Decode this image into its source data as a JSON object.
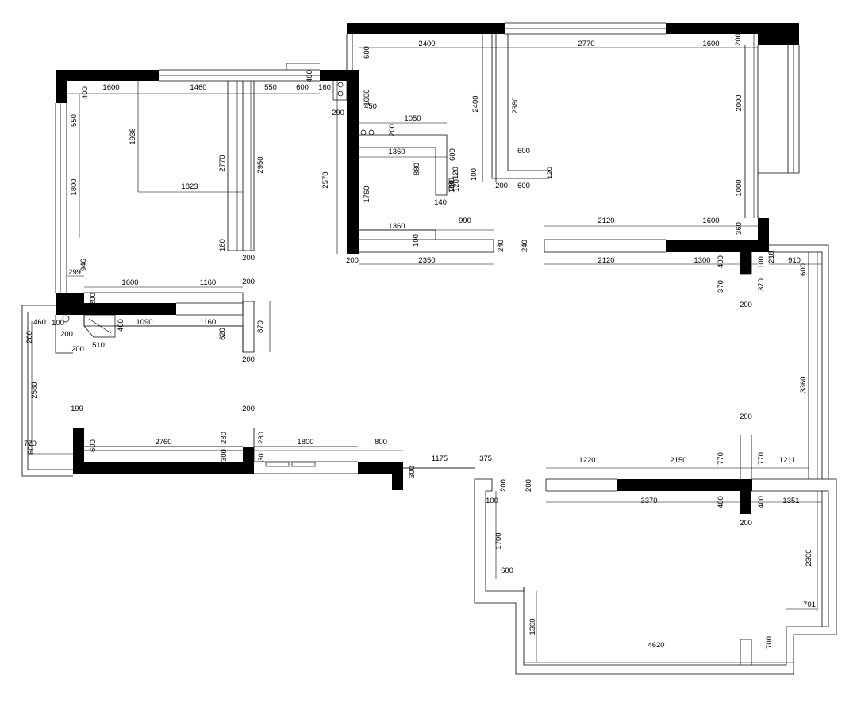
{
  "plan": {
    "labels": [
      {
        "id": "d001",
        "text": "1600"
      },
      {
        "id": "d002",
        "text": "1460"
      },
      {
        "id": "d003",
        "text": "550"
      },
      {
        "id": "d004",
        "text": "600"
      },
      {
        "id": "d005",
        "text": "160"
      },
      {
        "id": "d006",
        "text": "400"
      },
      {
        "id": "d007",
        "text": "400"
      },
      {
        "id": "d008",
        "text": "550"
      },
      {
        "id": "d009",
        "text": "1938"
      },
      {
        "id": "d010",
        "text": "2770"
      },
      {
        "id": "d011",
        "text": "2950"
      },
      {
        "id": "d012",
        "text": "1800"
      },
      {
        "id": "d013",
        "text": "1823"
      },
      {
        "id": "d014",
        "text": "180"
      },
      {
        "id": "d015",
        "text": "200"
      },
      {
        "id": "d016",
        "text": "946"
      },
      {
        "id": "d017",
        "text": "299"
      },
      {
        "id": "d018",
        "text": "1600"
      },
      {
        "id": "d019",
        "text": "1160"
      },
      {
        "id": "d020",
        "text": "200"
      },
      {
        "id": "d021",
        "text": "200"
      },
      {
        "id": "d022",
        "text": "400"
      },
      {
        "id": "d023",
        "text": "1090"
      },
      {
        "id": "d024",
        "text": "1160"
      },
      {
        "id": "d025",
        "text": "620"
      },
      {
        "id": "d026",
        "text": "870"
      },
      {
        "id": "d027",
        "text": "200"
      },
      {
        "id": "d028",
        "text": "460"
      },
      {
        "id": "d029",
        "text": "100"
      },
      {
        "id": "d030",
        "text": "260"
      },
      {
        "id": "d031",
        "text": "200"
      },
      {
        "id": "d032",
        "text": "200"
      },
      {
        "id": "d033",
        "text": "510"
      },
      {
        "id": "d034",
        "text": "2580"
      },
      {
        "id": "d035",
        "text": "199"
      },
      {
        "id": "d036",
        "text": "200"
      },
      {
        "id": "d037",
        "text": "770"
      },
      {
        "id": "d038",
        "text": "600"
      },
      {
        "id": "d039",
        "text": "600"
      },
      {
        "id": "d040",
        "text": "2760"
      },
      {
        "id": "d041",
        "text": "280"
      },
      {
        "id": "d042",
        "text": "300"
      },
      {
        "id": "d043",
        "text": "280"
      },
      {
        "id": "d044",
        "text": "301"
      },
      {
        "id": "d045",
        "text": "1800"
      },
      {
        "id": "d046",
        "text": "800"
      },
      {
        "id": "d047",
        "text": "300"
      },
      {
        "id": "d048",
        "text": "1175"
      },
      {
        "id": "d049",
        "text": "375"
      },
      {
        "id": "d050",
        "text": "600"
      },
      {
        "id": "d051",
        "text": "2400"
      },
      {
        "id": "d052",
        "text": "2770"
      },
      {
        "id": "d053",
        "text": "1600"
      },
      {
        "id": "d054",
        "text": "200"
      },
      {
        "id": "d055",
        "text": "1000"
      },
      {
        "id": "d056",
        "text": "450"
      },
      {
        "id": "d057",
        "text": "290"
      },
      {
        "id": "d058",
        "text": "200"
      },
      {
        "id": "d059",
        "text": "1050"
      },
      {
        "id": "d060",
        "text": "2400"
      },
      {
        "id": "d061",
        "text": "2380"
      },
      {
        "id": "d062",
        "text": "2000"
      },
      {
        "id": "d063",
        "text": "1360"
      },
      {
        "id": "d064",
        "text": "600"
      },
      {
        "id": "d065",
        "text": "600"
      },
      {
        "id": "d066",
        "text": "880"
      },
      {
        "id": "d067",
        "text": "120"
      },
      {
        "id": "d068",
        "text": "100"
      },
      {
        "id": "d069",
        "text": "280"
      },
      {
        "id": "d070",
        "text": "120"
      },
      {
        "id": "d071",
        "text": "100"
      },
      {
        "id": "d072",
        "text": "200"
      },
      {
        "id": "d073",
        "text": "600"
      },
      {
        "id": "d074",
        "text": "120"
      },
      {
        "id": "d075",
        "text": "2570"
      },
      {
        "id": "d076",
        "text": "1760"
      },
      {
        "id": "d077",
        "text": "140"
      },
      {
        "id": "d078",
        "text": "1000"
      },
      {
        "id": "d079",
        "text": "990"
      },
      {
        "id": "d080",
        "text": "2120"
      },
      {
        "id": "d081",
        "text": "1600"
      },
      {
        "id": "d082",
        "text": "1360"
      },
      {
        "id": "d083",
        "text": "100"
      },
      {
        "id": "d084",
        "text": "240"
      },
      {
        "id": "d085",
        "text": "240"
      },
      {
        "id": "d086",
        "text": "360"
      },
      {
        "id": "d087",
        "text": "200"
      },
      {
        "id": "d088",
        "text": "2350"
      },
      {
        "id": "d089",
        "text": "2120"
      },
      {
        "id": "d090",
        "text": "1300"
      },
      {
        "id": "d091",
        "text": "400"
      },
      {
        "id": "d092",
        "text": "100"
      },
      {
        "id": "d093",
        "text": "218"
      },
      {
        "id": "d094",
        "text": "910"
      },
      {
        "id": "d095",
        "text": "600"
      },
      {
        "id": "d096",
        "text": "370"
      },
      {
        "id": "d097",
        "text": "370"
      },
      {
        "id": "d098",
        "text": "200"
      },
      {
        "id": "d099",
        "text": "3360"
      },
      {
        "id": "d100",
        "text": "200"
      },
      {
        "id": "d101",
        "text": "1220"
      },
      {
        "id": "d102",
        "text": "2150"
      },
      {
        "id": "d103",
        "text": "770"
      },
      {
        "id": "d104",
        "text": "770"
      },
      {
        "id": "d105",
        "text": "1211"
      },
      {
        "id": "d106",
        "text": "200"
      },
      {
        "id": "d107",
        "text": "200"
      },
      {
        "id": "d108",
        "text": "3370"
      },
      {
        "id": "d109",
        "text": "400"
      },
      {
        "id": "d110",
        "text": "400"
      },
      {
        "id": "d111",
        "text": "1351"
      },
      {
        "id": "d112",
        "text": "200"
      },
      {
        "id": "d113",
        "text": "100"
      },
      {
        "id": "d114",
        "text": "1700"
      },
      {
        "id": "d115",
        "text": "600"
      },
      {
        "id": "d116",
        "text": "2300"
      },
      {
        "id": "d117",
        "text": "1300"
      },
      {
        "id": "d118",
        "text": "701"
      },
      {
        "id": "d119",
        "text": "4620"
      },
      {
        "id": "d120",
        "text": "700"
      }
    ]
  }
}
